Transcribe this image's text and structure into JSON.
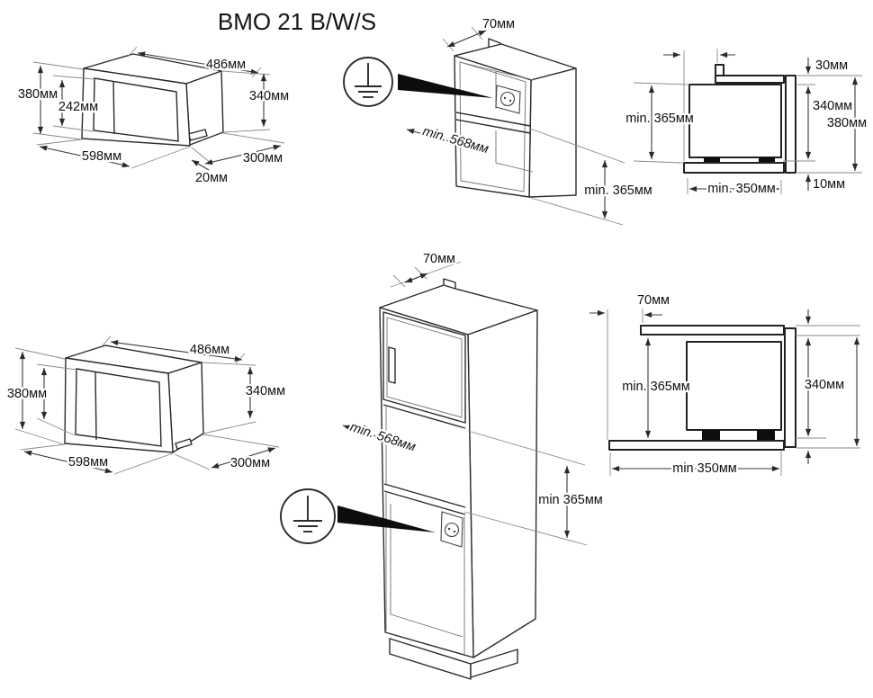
{
  "title": "BMO 21 B/W/S",
  "colors": {
    "line": "#2b2b2b",
    "dim_line": "#3a3a3a",
    "ext_line": "#8a8a8a",
    "text": "#111111",
    "background": "#ffffff",
    "solid_black": "#0d0d0d"
  },
  "diagrams": {
    "oven_front_top": {
      "labels": {
        "overall_height": "380мм",
        "door_inner_height": "242мм",
        "body_width": "486мм",
        "body_height": "340мм",
        "overall_width": "598мм",
        "body_depth": "300мм",
        "frame_gap": "20мм"
      }
    },
    "cabinet_top": {
      "labels": {
        "rear_gap": "70мм",
        "niche_width": "min. 568мм",
        "niche_height": "min. 365мм"
      }
    },
    "section_top": {
      "labels": {
        "top_clearance": "30мм",
        "body_height": "340мм",
        "front_height": "380мм",
        "niche_height": "min. 365мм",
        "shelf_depth": "min. 350мм",
        "bottom_clearance": "10мм"
      }
    },
    "oven_front_bottom": {
      "labels": {
        "overall_height": "380мм",
        "body_width": "486мм",
        "body_height": "340мм",
        "overall_width": "598мм",
        "body_depth": "300мм"
      }
    },
    "cabinet_bottom": {
      "labels": {
        "rear_gap": "70мм",
        "niche_width": "min. 568мм",
        "niche_height": "min 365мм"
      }
    },
    "section_bottom": {
      "labels": {
        "rear_gap": "70мм",
        "niche_height": "min. 365мм",
        "body_height": "340мм",
        "shelf_depth": "min 350мм"
      }
    }
  }
}
